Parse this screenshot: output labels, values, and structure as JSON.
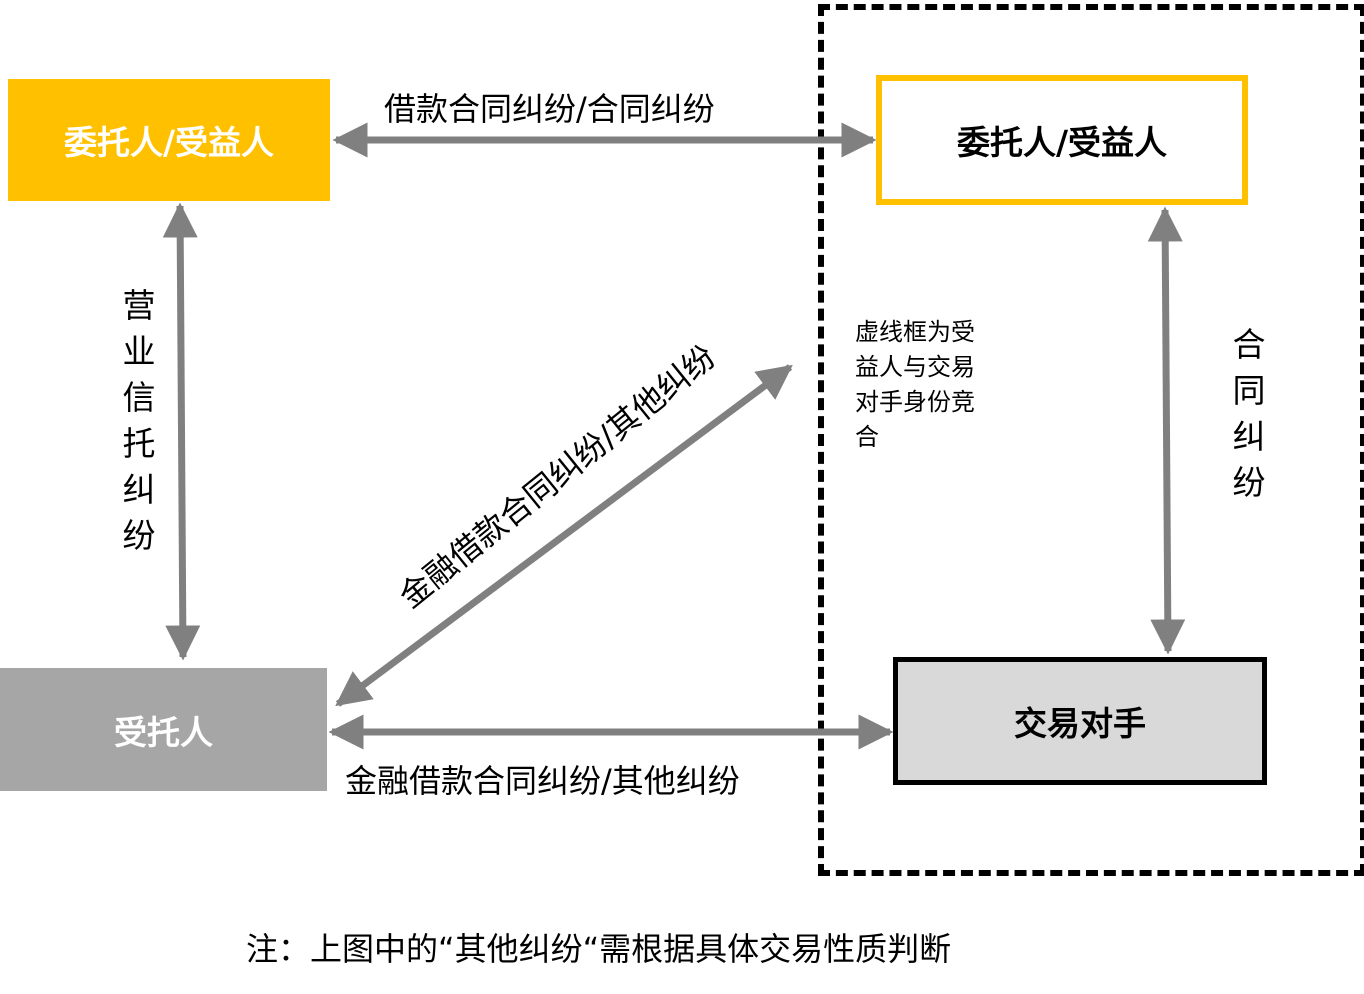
{
  "nodes": {
    "truster_left": "委托人/受益人",
    "truster_right": "委托人/受益人",
    "trustee": "受托人",
    "counterparty": "交易对手"
  },
  "edges": {
    "top": "借款合同纠纷/合同纠纷",
    "left_vertical": "营业信托纠纷",
    "diagonal": "金融借款合同纠纷/其他纠纷",
    "right_vertical": "合同纠纷",
    "bottom": "金融借款合同纠纷/其他纠纷"
  },
  "dashed_note": "虚线框为受益人与交易对手身份竞合",
  "footnote": "注：上图中的“其他纠纷“需根据具体交易性质判断",
  "colors": {
    "gold": "#FFC000",
    "trustee_gray": "#A6A6A6",
    "counterparty_gray": "#D9D9D9",
    "arrow_gray": "#808080"
  }
}
